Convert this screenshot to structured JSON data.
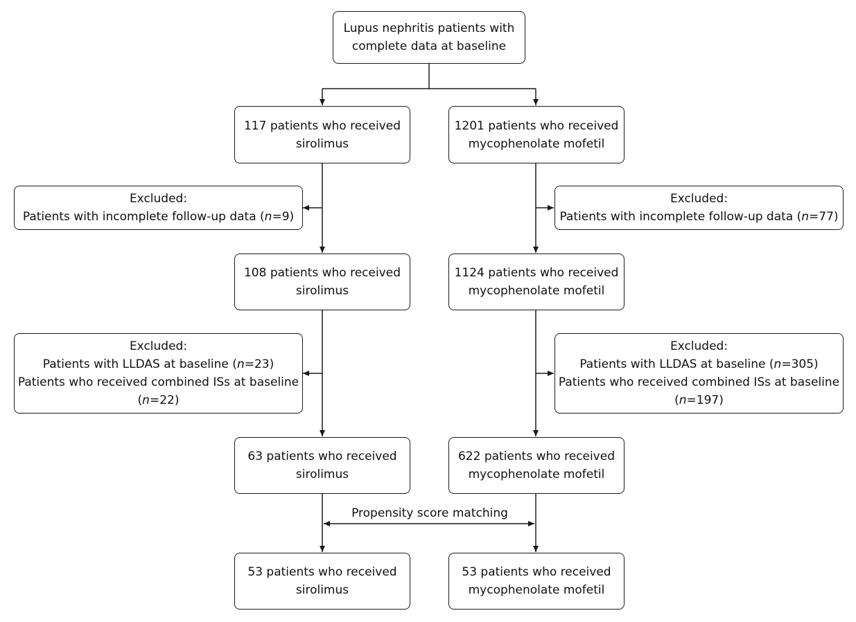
{
  "diagram": {
    "start": {
      "lines": [
        "Lupus nephritis patients with",
        "complete data at baseline"
      ]
    },
    "sirolimus_arm": {
      "stage1": {
        "lines": [
          "117 patients who received",
          "sirolimus"
        ]
      },
      "exclusion1": {
        "heading": "Excluded:",
        "reason": "Patients with incomplete follow-up data",
        "n": "9"
      },
      "stage2": {
        "lines": [
          "108 patients who received",
          "sirolimus"
        ]
      },
      "exclusion2": {
        "heading": "Excluded:",
        "reason_a": "Patients with LLDAS at baseline",
        "n_a": "23",
        "reason_b": "Patients who received combined ISs at baseline",
        "n_b": "22"
      },
      "stage3": {
        "lines": [
          "63 patients who received",
          "sirolimus"
        ]
      },
      "stage4": {
        "lines": [
          "53 patients who received",
          "sirolimus"
        ]
      }
    },
    "mmf_arm": {
      "stage1": {
        "lines": [
          "1201 patients who received",
          "mycophenolate mofetil"
        ]
      },
      "exclusion1": {
        "heading": "Excluded:",
        "reason": "Patients with incomplete follow-up data",
        "n": "77"
      },
      "stage2": {
        "lines": [
          "1124 patients who received",
          "mycophenolate mofetil"
        ]
      },
      "exclusion2": {
        "heading": "Excluded:",
        "reason_a": "Patients with LLDAS at baseline",
        "n_a": "305",
        "reason_b": "Patients who received combined ISs at baseline",
        "n_b": "197"
      },
      "stage3": {
        "lines": [
          "622 patients who received",
          "mycophenolate mofetil"
        ]
      },
      "stage4": {
        "lines": [
          "53 patients who received",
          "mycophenolate mofetil"
        ]
      }
    },
    "matching_label": "Propensity score matching",
    "n_symbol": "n",
    "n_equals": "="
  }
}
